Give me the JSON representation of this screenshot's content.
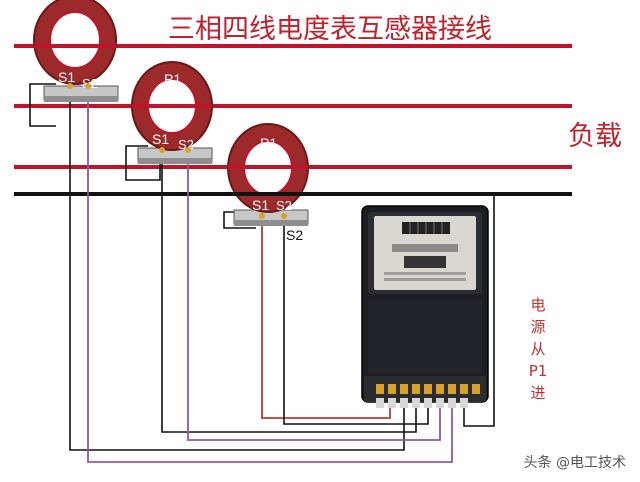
{
  "title": "三相四线电度表互感器接线",
  "load_label": "负载",
  "side_note_chars": [
    "电",
    "源",
    "从",
    "P1",
    "进"
  ],
  "ct_labels": {
    "p1": "P1",
    "s1": "S1",
    "s2": "S2"
  },
  "s2_extra": "S2",
  "watermark": "头条 @电工技术",
  "colors": {
    "phase_line": "#c0142a",
    "neutral_line": "#111111",
    "ct_body": "#9c2a2a",
    "wire_purple": "#8f5a9e",
    "wire_red": "#b23a3a",
    "meter_body": "#1b1d22"
  }
}
